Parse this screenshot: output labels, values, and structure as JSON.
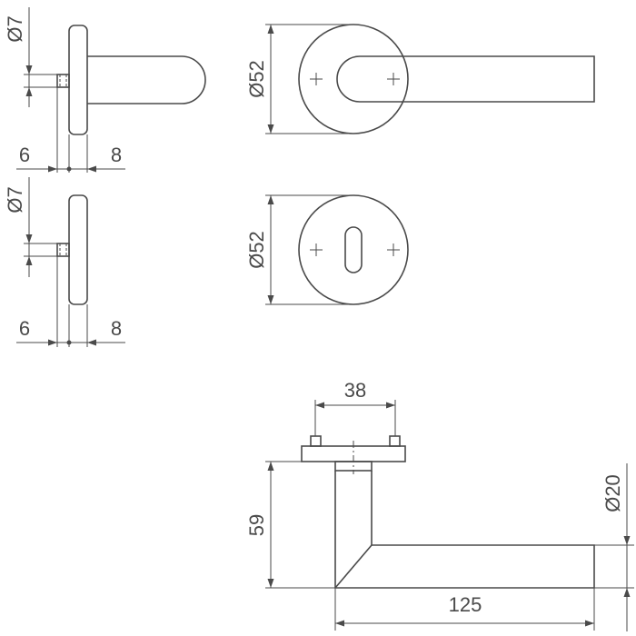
{
  "labels": {
    "top_side_dia": "Ø7",
    "top_side_left": "6",
    "top_side_right": "8",
    "bottom_side_dia": "Ø7",
    "bottom_side_left": "6",
    "bottom_side_right": "8",
    "rose_front_dia": "Ø52",
    "escutcheon_front_dia": "Ø52",
    "top_view_width": "38",
    "top_view_height": "59",
    "top_view_length": "125",
    "top_view_bar_dia": "Ø20"
  }
}
